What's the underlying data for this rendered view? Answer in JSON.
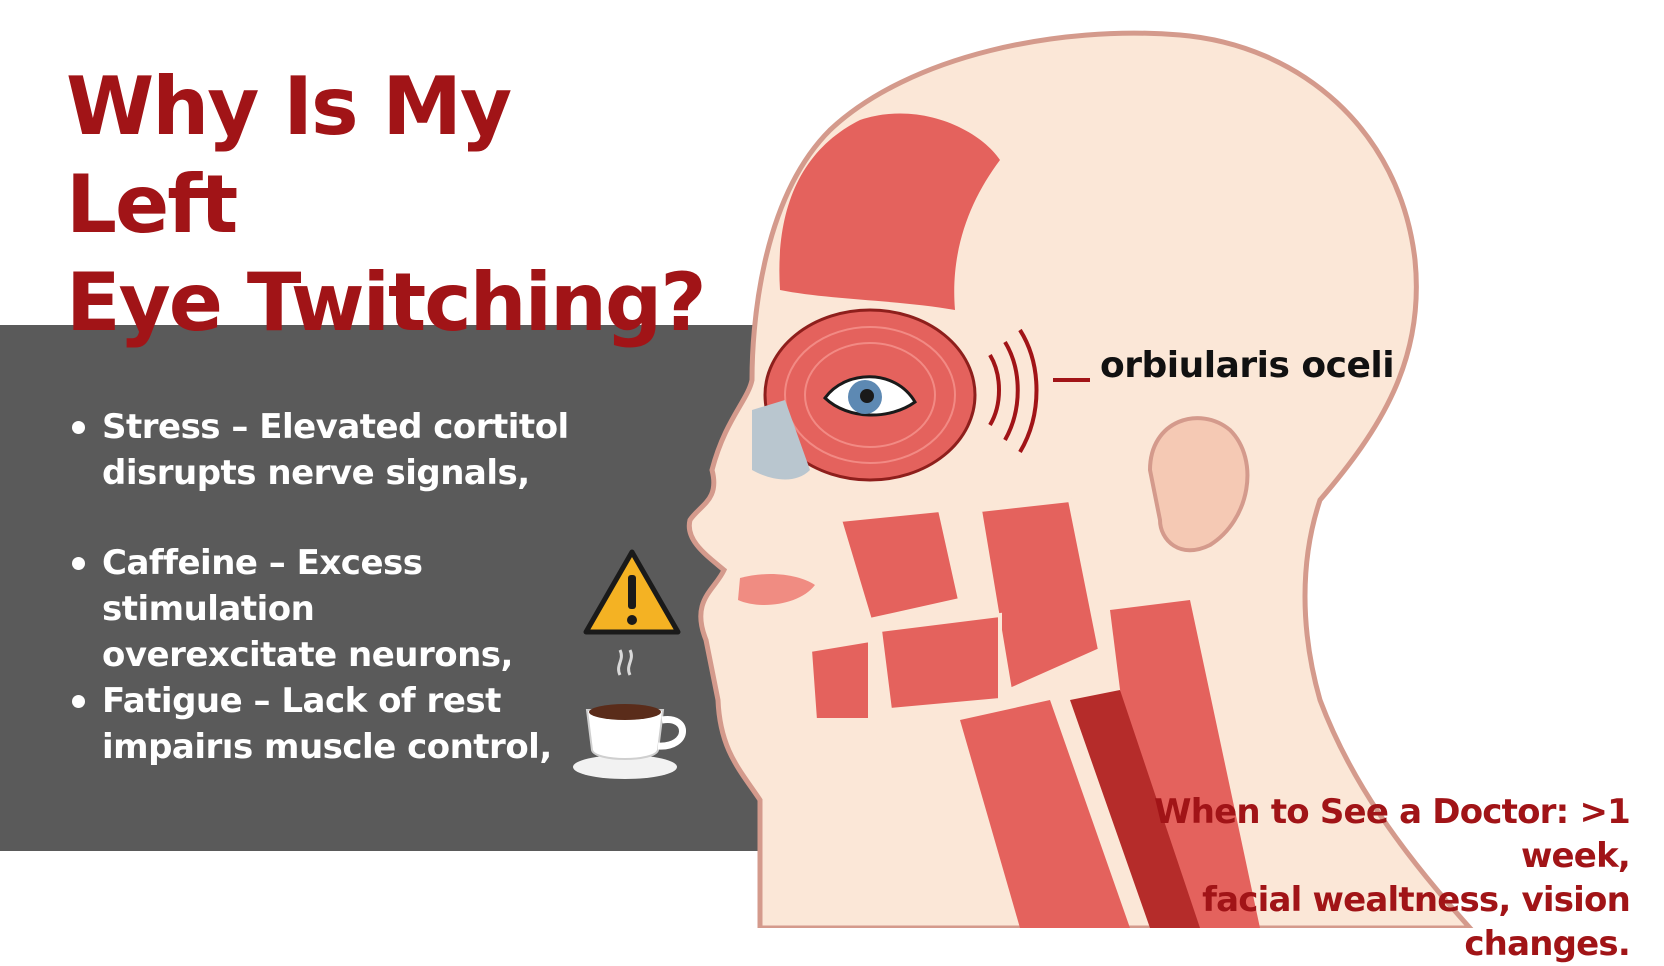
{
  "title": {
    "line1": "Why Is My Left",
    "line2": "Eye Twitching?"
  },
  "causes": [
    {
      "line1": "Stress – Elevated cortitol",
      "line2": "disrupts nerve signals,"
    },
    {
      "line1": "Caffeine – Excess stimulation",
      "line2": "overexcitate neurons,"
    },
    {
      "line1": "Fatigue – Lack of rest",
      "line2": "impairıs muscle control,"
    }
  ],
  "muscle_label": "orbiularis oceli",
  "doctor_note": {
    "line1": "When to See a Doctor: >1 week,",
    "line2": "facial wealtness, vision changes."
  },
  "icons": [
    "warning-icon",
    "coffee-cup-icon",
    "twitch-wave-icon"
  ],
  "colors": {
    "title": "#a11417",
    "panel": "#5a5a5a",
    "muscle": "#e4625d",
    "skin": "#fbe7d7",
    "warning": "#f4b223"
  }
}
